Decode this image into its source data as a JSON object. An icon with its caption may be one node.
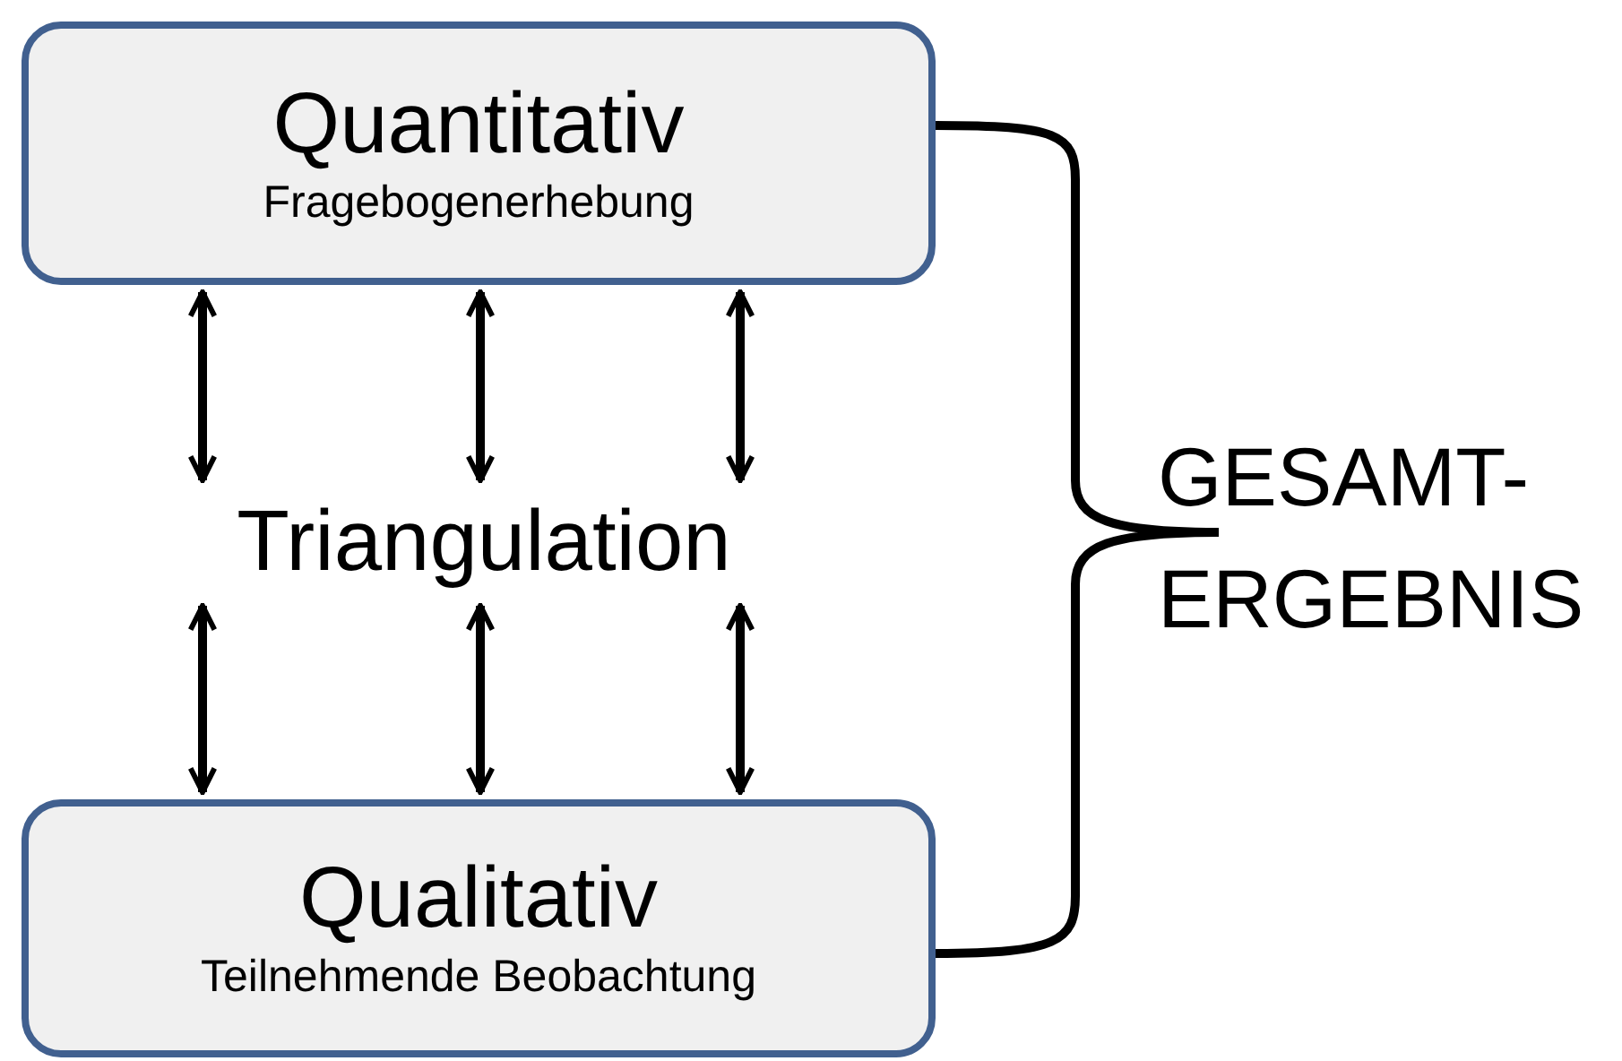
{
  "diagram": {
    "nodes": [
      {
        "text": [
          "Quantitativ",
          "Fragebogenerhebung"
        ]
      },
      {
        "text": [
          "Triangulation"
        ]
      },
      {
        "text": [
          "Qualitativ",
          "Teilnehmende Beobachtung"
        ]
      }
    ],
    "edges": [
      {
        "from": 0,
        "to": 1,
        "arrow": "both"
      },
      {
        "from": 0,
        "to": 1,
        "arrow": "both"
      },
      {
        "from": 0,
        "to": 1,
        "arrow": "both"
      },
      {
        "from": 1,
        "to": 2,
        "arrow": "both"
      },
      {
        "from": 1,
        "to": 2,
        "arrow": "both"
      },
      {
        "from": 1,
        "to": 2,
        "arrow": "both"
      }
    ],
    "labels": [
      "GESAMT- ERGEBNIS"
    ]
  }
}
